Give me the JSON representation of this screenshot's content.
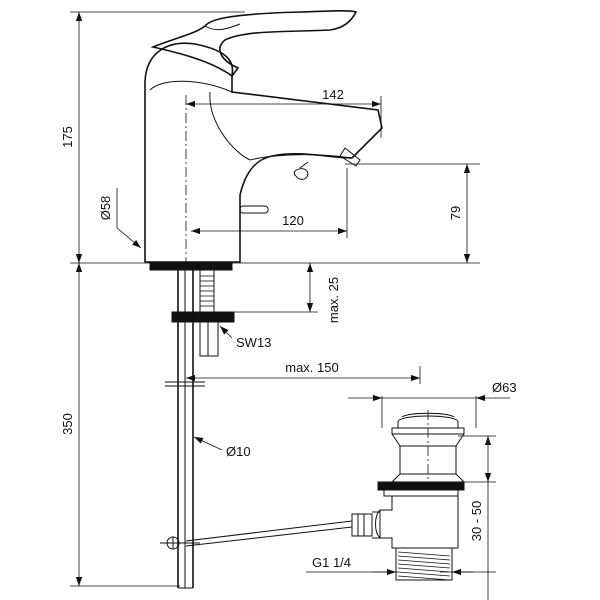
{
  "labels": {
    "height_total": "175",
    "spout_reach": "142",
    "base_diameter": "Ø58",
    "lever_to_axis": "120",
    "spout_height": "79",
    "max_deck": "max. 25",
    "wrench_size": "SW13",
    "max_rod": "max. 150",
    "waste_diameter": "Ø63",
    "below_deck": "350",
    "rod_diameter": "Ø10",
    "thread": "G1 1/4",
    "waste_range": "30 - 50"
  }
}
